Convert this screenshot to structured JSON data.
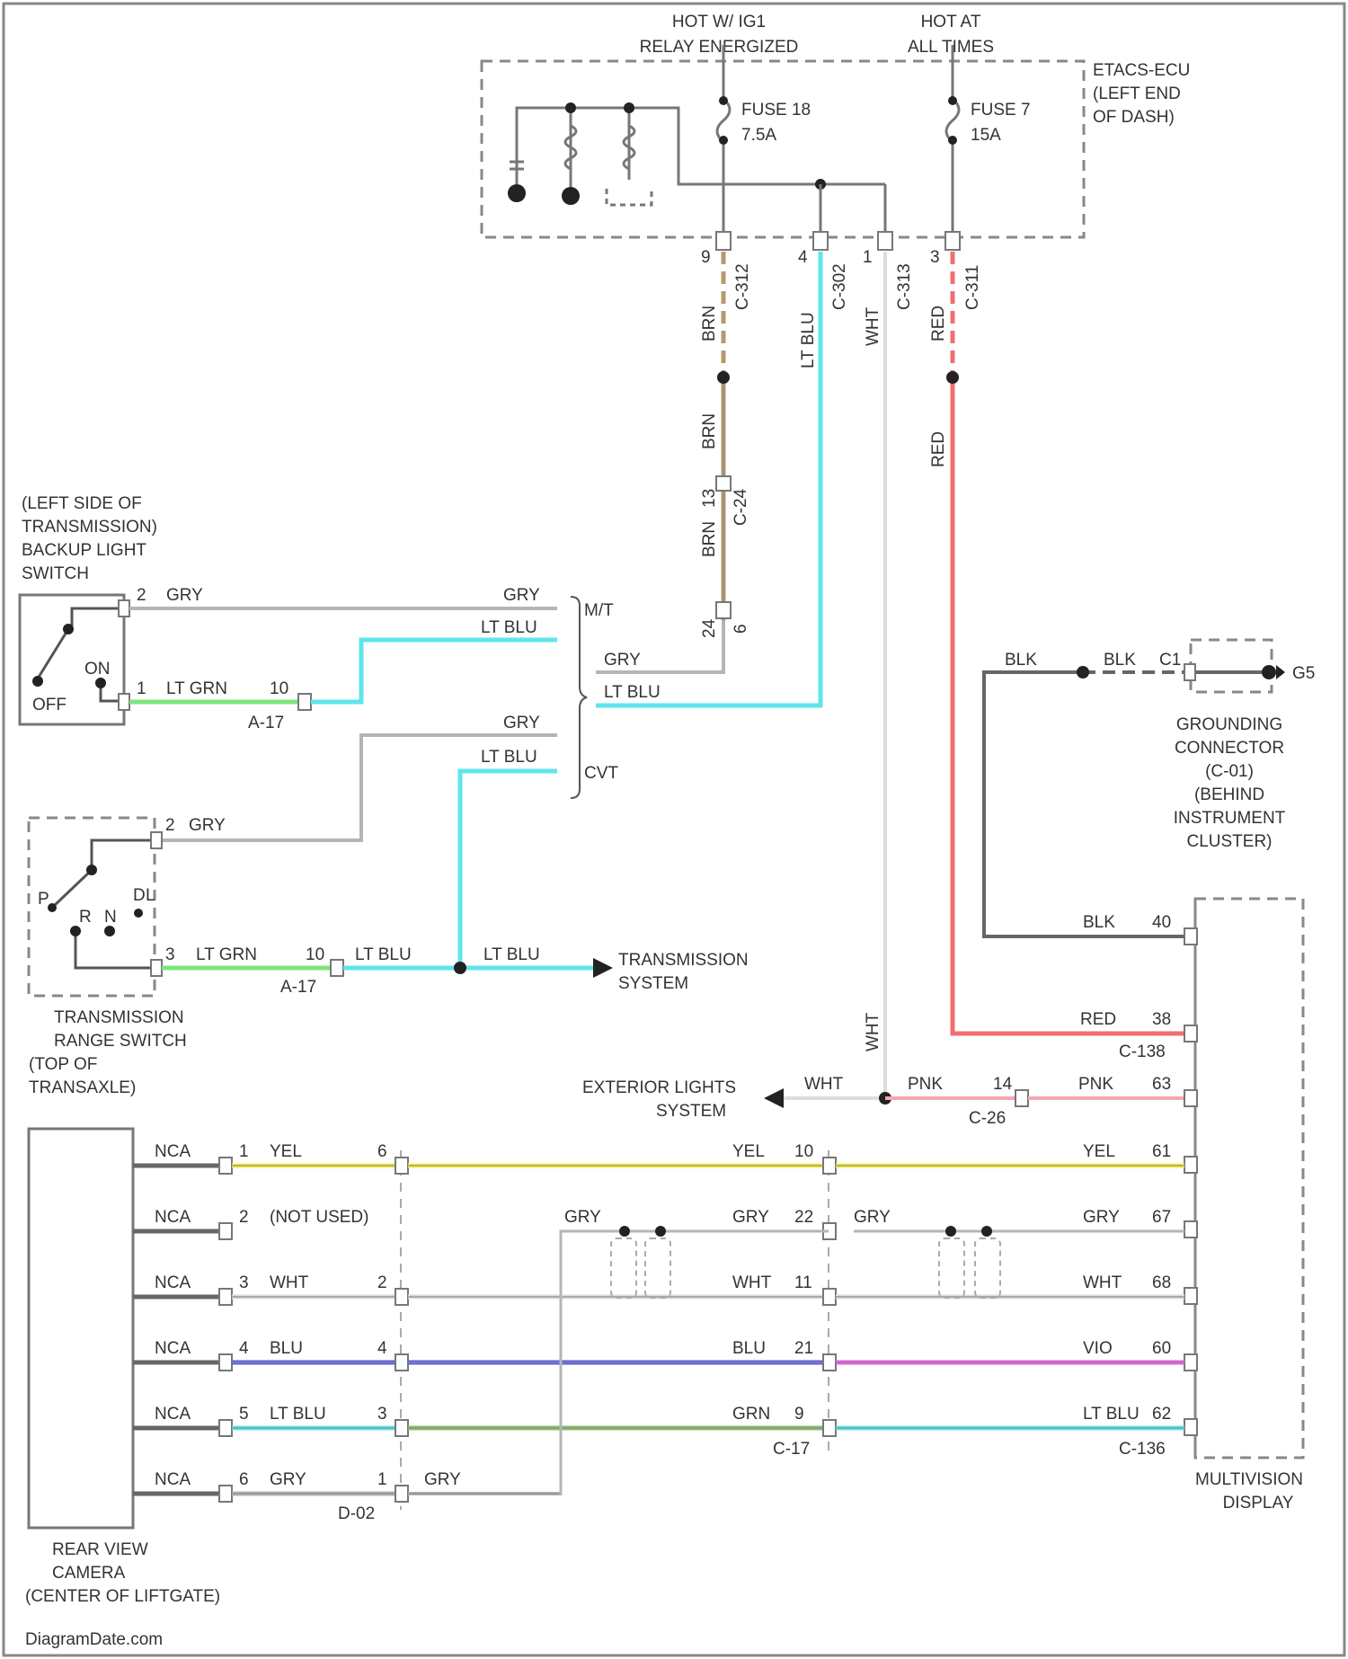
{
  "colors": {
    "gry": "#b5b5b5",
    "lt_blu": "#5fe6ea",
    "lt_grn": "#7ee57e",
    "red": "#f07070",
    "pnk": "#f5a8b0",
    "yel": "#f4f04a",
    "blu": "#5e5ee8",
    "vio": "#ea5ee8",
    "grn": "#8cc06a",
    "brn": "#b49a6e",
    "blk": "#666666",
    "wht": "#dddddd"
  },
  "header": {
    "hot_ig1_line1": "HOT W/ IG1",
    "hot_ig1_line2": "RELAY ENERGIZED",
    "hot_at_line1": "HOT AT",
    "hot_at_line2": "ALL TIMES"
  },
  "etacs": [
    "ETACS-ECU",
    "(LEFT END",
    "OF DASH)"
  ],
  "fuse18": {
    "name": "FUSE 18",
    "rating": "7.5A"
  },
  "fuse7": {
    "name": "FUSE 7",
    "rating": "15A"
  },
  "top_pins": [
    "9",
    "4",
    "1",
    "3"
  ],
  "top_connectors": [
    "C-312",
    "C-302",
    "C-313",
    "C-311"
  ],
  "wire_labels": {
    "brn": "BRN",
    "lt_blu": "LT BLU",
    "wht": "WHT",
    "red": "RED",
    "gry": "GRY",
    "lt_grn": "LT GRN",
    "blk": "BLK",
    "pnk": "PNK",
    "yel": "YEL",
    "blu": "BLU",
    "vio": "VIO",
    "grn": "GRN",
    "nca": "NCA",
    "not_used": "(NOT USED)"
  },
  "inline": {
    "c24_pin": "13",
    "c24_conn": "C-24",
    "pin_24": "24",
    "pin_6": "6"
  },
  "backup_switch": {
    "location": [
      "(LEFT SIDE OF",
      "TRANSMISSION)",
      "BACKUP LIGHT",
      "SWITCH"
    ],
    "off": "OFF",
    "on": "ON",
    "pin1": "1",
    "pin2": "2"
  },
  "mt_label": "M/T",
  "cvt_label": "CVT",
  "a17": {
    "conn": "A-17",
    "pin": "10"
  },
  "range_switch": {
    "location": [
      "TRANSMISSION",
      "RANGE SWITCH",
      "(TOP OF",
      "TRANSAXLE)"
    ],
    "positions": [
      "P",
      "R",
      "N",
      "D",
      "L"
    ],
    "pin2": "2",
    "pin3": "3"
  },
  "transmission_system": [
    "TRANSMISSION",
    "SYSTEM"
  ],
  "grounding": {
    "conn": "C1",
    "ground": "G5",
    "label": [
      "GROUNDING",
      "CONNECTOR",
      "(C-01)",
      "(BEHIND",
      "INSTRUMENT",
      "CLUSTER)"
    ]
  },
  "display_pins": {
    "blk": "40",
    "red": "38",
    "pnk": "63",
    "conn_c138": "C-138"
  },
  "exterior_lights": [
    "EXTERIOR LIGHTS",
    "SYSTEM"
  ],
  "c26": {
    "pin": "14",
    "conn": "C-26"
  },
  "camera": {
    "label": [
      "REAR VIEW",
      "CAMERA",
      "(CENTER OF LIFTGATE)"
    ]
  },
  "camera_rows": [
    {
      "cam_pin": "1",
      "wire": "YEL",
      "mid_pin": "6",
      "wire2": "YEL",
      "r_pin": "10",
      "wire3": "YEL",
      "d_pin": "61"
    },
    {
      "cam_pin": "2",
      "wire": "(NOT USED)",
      "mid_pin": "",
      "wire2": "GRY",
      "r_pin": "22",
      "wire3": "GRY",
      "d_pin": "67"
    },
    {
      "cam_pin": "3",
      "wire": "WHT",
      "mid_pin": "2",
      "wire2": "WHT",
      "r_pin": "11",
      "wire3": "WHT",
      "d_pin": "68"
    },
    {
      "cam_pin": "4",
      "wire": "BLU",
      "mid_pin": "4",
      "wire2": "BLU",
      "r_pin": "21",
      "wire3": "VIO",
      "d_pin": "60"
    },
    {
      "cam_pin": "5",
      "wire": "LT BLU",
      "mid_pin": "3",
      "wire2": "GRN",
      "r_pin": "9",
      "wire3": "LT BLU",
      "d_pin": "62"
    },
    {
      "cam_pin": "6",
      "wire": "GRY",
      "mid_pin": "1",
      "wire2": "GRY",
      "r_pin": "",
      "wire3": "",
      "d_pin": ""
    }
  ],
  "connectors_bottom": {
    "d02": "D-02",
    "c17": "C-17",
    "c136": "C-136"
  },
  "display_label": [
    "MULTIVISION",
    "DISPLAY"
  ],
  "watermark": "DiagramDate.com"
}
